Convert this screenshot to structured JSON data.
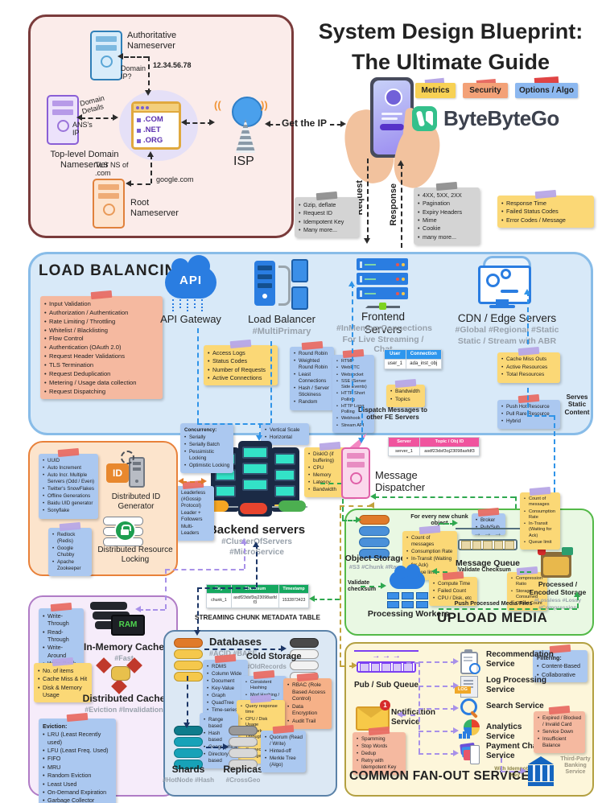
{
  "header": {
    "title_line1": "System Design Blueprint:",
    "title_line2": "The Ultimate Guide",
    "brand": "ByteByteGo",
    "tag_metrics": "Metrics",
    "tag_security": "Security",
    "tag_options": "Options / Algo",
    "request_label": "Request",
    "response_label": "Response"
  },
  "dns": {
    "auth_label": "Authoritative Nameserver",
    "domain_ip_q": "Domain IP?",
    "ip_value": "12.34.56.78",
    "domain_details": "Domain Details",
    "ans_ip": "ANS's IP",
    "tld_label": "Top-level Domain Nameserver",
    "tls_ns": "TLS NS of .com",
    "domain_name": "google.com",
    "root_label": "Root Nameserver",
    "isp_label": "ISP",
    "browser_lines": [
      ".COM",
      ".NET",
      ".ORG"
    ],
    "get_ip": "Get the IP"
  },
  "colors": {
    "brand_green": "#34c08b",
    "note_blue": "#abc8f0",
    "note_yellow": "#fbd876",
    "note_orange": "#f6b188",
    "header_blue": "#2d96ee",
    "header_pink": "#f0549e",
    "header_green": "#15a85f"
  },
  "notes": {
    "request_extras": {
      "items": [
        "Gzip, deflate",
        "Request ID",
        "Idempotent Key",
        "Many more..."
      ]
    },
    "response_extras": {
      "items": [
        "4XX, 5XX, 2XX",
        "Pagination",
        "Expiry Headers",
        "Mime",
        "Cookie",
        "many more..."
      ]
    },
    "response_metrics": {
      "items": [
        "Response Time",
        "Failed Status Codes",
        "Error Codes / Message"
      ]
    },
    "gateway_functions": {
      "items": [
        "Input Validation",
        "Authorization / Authentication",
        "Rate Limiting / Throttling",
        "Whitelist / Blacklisting",
        "Flow Control",
        "Authentication (OAuth 2.0)",
        "Request Header Validations",
        "TLS Termination",
        "Request Deduplication",
        "Metering / Usage data collection",
        "Request Dispatching"
      ]
    },
    "lb_metrics": {
      "items": [
        "Access Logs",
        "Status Codes",
        "Number of Requests",
        "Active Connections"
      ]
    },
    "lb_algorithms": {
      "items": [
        "Round Robin",
        "Weighted Round Robin",
        "Least Connections",
        "Hash / Server Stickiness",
        "Random"
      ]
    },
    "fe_protocols": {
      "items": [
        "RTMP",
        "WebRTC",
        "Websocket",
        "SSE (Server Side Events)",
        "HTTP Short Polling",
        "HTTP Long Polling",
        "Webhook",
        "Stream API"
      ]
    },
    "fe_metrics": {
      "items": [
        "Bandwidth",
        "Topics"
      ]
    },
    "cdn_metrics": {
      "items": [
        "Cache Miss Outs",
        "Active Resources",
        "Total Resources"
      ]
    },
    "cdn_strategies": {
      "items": [
        "Push Hot Resource",
        "Pull Rare Resource",
        "Hybrid"
      ]
    },
    "concurrency": {
      "title": "Concurrency:",
      "items": [
        "Serially",
        "Serially Batch",
        "Pessimistic Locking",
        "Optimistic Locking"
      ]
    },
    "scaling": {
      "items": [
        "Vertical Scale",
        "Horizontal"
      ]
    },
    "backend_metrics": {
      "items": [
        "DiskIO (if buffering)",
        "CPU",
        "Memory",
        "Latency",
        "Bandwidth"
      ]
    },
    "leadership": {
      "items": [
        "Leaderless (#Gossip Protocol)",
        "Leader + Followers",
        "Multi-Leaders"
      ]
    },
    "id_strategies": {
      "items": [
        "UUID",
        "Auto Increment",
        "Auto Incr. Multiple Servers (Odd / Even)",
        "Twitter's SnowFlakes",
        "Offline Generations",
        "Baidu UID generator",
        "Sonyflake"
      ]
    },
    "lock_tools": {
      "items": [
        "Redlock (Redis)",
        "Google Chubby",
        "Apache Zookeeper"
      ]
    },
    "cache_policies": {
      "items": [
        "Write-Through",
        "Read-Through",
        "Write-Around",
        "Write-Back"
      ]
    },
    "cache_metrics": {
      "items": [
        "No. of items",
        "Cache Miss & Hit",
        "Disk & Memory Usage"
      ]
    },
    "eviction": {
      "title": "Eviction:",
      "items": [
        "LRU (Least Recently used)",
        "LFU (Least Freq. Used)",
        "FIFO",
        "MRU",
        "Random Eviction",
        "Least Used",
        "On-Demand Expiration",
        "Garbage Collector"
      ]
    },
    "db_types": {
      "items": [
        "RDMS",
        "Column Wide",
        "Document",
        "Key-Value",
        "Graph",
        "QuadTree",
        "Time-series"
      ]
    },
    "db_hashing": {
      "items": [
        "Consistent Hashing",
        "Mod Hashing / Bloom Filter"
      ]
    },
    "db_security": {
      "items": [
        "RBAC (Role Based Access Control)",
        "Data Encryption",
        "Audit Trail"
      ]
    },
    "db_metrics": {
      "items": [
        "Query response time",
        "CPU / Disk Usage",
        "Network Throughput",
        "Active Connections",
        "Storage"
      ]
    },
    "sharding": {
      "items": [
        "Range based",
        "Hash based",
        "Geographical",
        "Directory based"
      ]
    },
    "replication": {
      "items": [
        "Quorum (Read / Write)",
        "Hinted-off",
        "Merkle Tree (Algo)"
      ]
    },
    "mq_metrics_left": {
      "items": [
        "Count of messages",
        "Consumption Rate",
        "In-Transit (Waiting for Ack)",
        "Queue limit"
      ]
    },
    "mq_metrics_right": {
      "items": [
        "Count of messages",
        "Consumption Rate",
        "In-Transit (Waiting for Ack)",
        "Queue limit"
      ]
    },
    "broker": {
      "items": [
        "Broker",
        "Pub/Sub"
      ]
    },
    "worker_metrics": {
      "items": [
        "Compute Time",
        "Failed Count",
        "CPU / Disk, etc"
      ]
    },
    "storage_metrics": {
      "items": [
        "Compression Ratio",
        "Storage Consumed",
        "Object Count"
      ]
    },
    "filtering": {
      "title": "Filtering:",
      "items": [
        "Content-Based",
        "Collaborative"
      ]
    },
    "notification_checks": {
      "items": [
        "Spamming",
        "Stop Words",
        "Dedup",
        "Retry with Idempotent Key"
      ]
    },
    "payment_errors": {
      "items": [
        "Expired / Blocked / Invalid Card",
        "Service Down",
        "Insufficient Balance"
      ]
    }
  },
  "load_balancing": {
    "section_title": "LOAD BALANCING",
    "api_icon_text": "API",
    "api_gateway_label": "API Gateway",
    "lb_label": "Load Balancer",
    "lb_tag": "#MultiPrimary",
    "fe_label": "Frontend Servers",
    "fe_tag1": "#InMemoryConnections",
    "fe_tag2": "For Live Streaming / Chat",
    "cdn_label": "CDN / Edge Servers",
    "cdn_tag1": "#Global #Regional #Static",
    "cdn_tag2": "Static / Stream with ABR",
    "dispatch_text": "Dispatch Messages to other FE Servers",
    "serves_static": "Serves Static Content",
    "user_table": {
      "col1": "User",
      "col2": "Connection",
      "val1": "user_1",
      "val2": "ada_inst_obj"
    }
  },
  "backend": {
    "label": "Backend servers",
    "tag1": "#ClusterOfServers",
    "tag2": "#MicroService"
  },
  "id_section": {
    "id_icon": "ID",
    "id_label": "Distributed ID Generator",
    "lock_label": "Distributed Resource Locking"
  },
  "dispatcher": {
    "label": "Message Dispatcher",
    "table": {
      "col1": "Server",
      "col2": "Topic / Obj ID",
      "val1": "server_1",
      "val2": "asdf23dsf3oj23098asfdf3"
    }
  },
  "upload": {
    "section_title": "UPLOAD MEDIA",
    "object_storage": "Object Storage",
    "object_tags": "#S3 #Chunk #Raw",
    "chunk_text": "For every new chunk object",
    "mq_label": "Message Queue",
    "mq_arrows": "→  →  →",
    "validate1": "Validate Checksum",
    "validate2": "Validate checksum",
    "workers_label": "Processing Workers",
    "push_text": "Push Processed Media Files",
    "processed_label": "Processed / Encoded Storage",
    "processed_tags1": "#Lossless #Lossy",
    "processed_tags2": "#Compression"
  },
  "cache": {
    "ram_text": "RAM",
    "memory_label": "In-Memory Cache",
    "memory_tag": "#Fast",
    "distributed_label": "Distributed Cache",
    "distributed_tag": "#Eviction #Invalidation"
  },
  "streaming_table": {
    "caption": "STREAMING CHUNK METADATA TABLE",
    "col1": "Key",
    "col2": "Checksum",
    "col3": "Timestamp",
    "val1": "chunk_1",
    "val2": "asdf23dsf3oj23098asfdf3",
    "val3": "1532873423"
  },
  "databases": {
    "label": "Databases",
    "tags": "#ACID #BASE",
    "cold_label": "Cold Storage",
    "cold_tag": "#OldRecords",
    "shards_label": "Shards",
    "shards_tag": "#HotNode #Hash",
    "replicas_label": "Replicas",
    "replicas_tag": "#CrossGeo"
  },
  "fanout": {
    "section_title": "COMMON FAN-OUT SERVICES",
    "pubsub_label": "Pub / Sub Queue",
    "ps_arrows": "→  →  →",
    "notification_label": "Notification Service",
    "services": [
      "Recommendation Service",
      "Log Processing Service",
      "Search Service",
      "Analytics Service",
      "Payment Charge Service"
    ],
    "log_badge": "LOG",
    "notification_badge": "1",
    "idempotent_text": "With Idempotent Key",
    "bank_label": "Third-Party Banking Service"
  }
}
